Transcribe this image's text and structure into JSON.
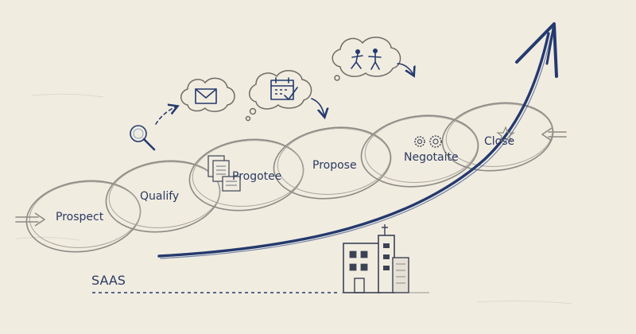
{
  "stages": [
    {
      "label": "Prospect"
    },
    {
      "label": "Qualify"
    },
    {
      "label": "Progotee"
    },
    {
      "label": "Propose"
    },
    {
      "label": "Negotaite"
    },
    {
      "label": "Close"
    }
  ],
  "baseline_label": "SAAS",
  "icons": [
    "magnifier-icon",
    "envelope-icon",
    "calendar-check-icon",
    "people-meeting-icon",
    "documents-icon",
    "gears-icon",
    "star-icon",
    "building-icon",
    "arrow-in-icon"
  ],
  "colors": {
    "background": "#f1ece0",
    "ink_blue": "#243a6e",
    "pencil_gray": "#8d8a84"
  }
}
